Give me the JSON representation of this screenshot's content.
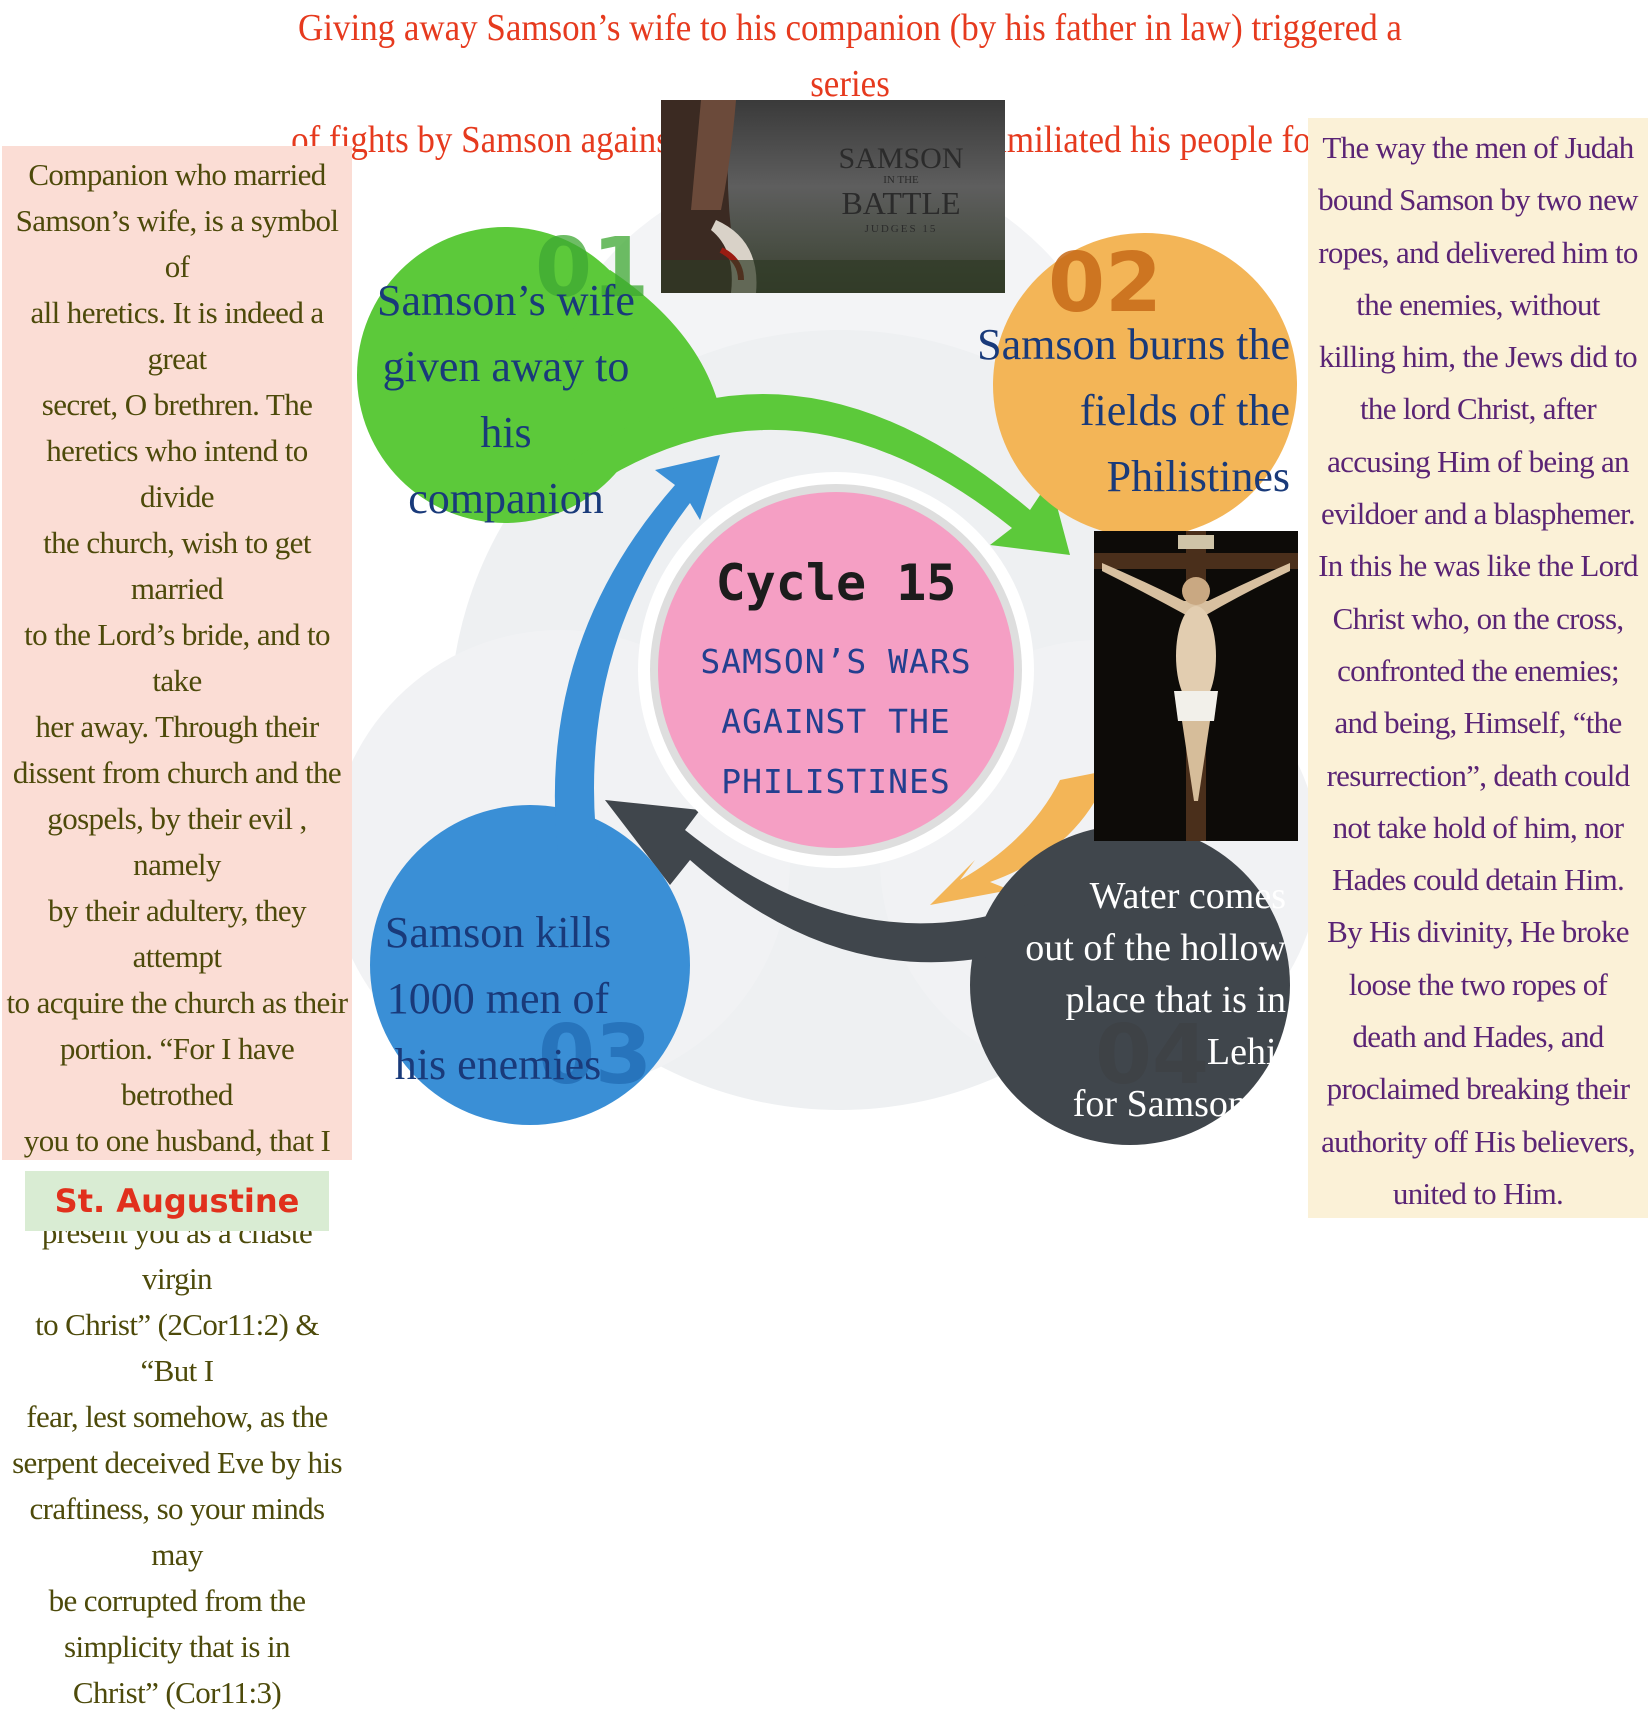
{
  "header": {
    "line1": "Giving away Samson’s wife to his companion (by his father in law) triggered a series",
    "line2": "of fights by Samson against the Philistines, who humiliated his people for many years."
  },
  "left_panel": {
    "lines": [
      "Companion who married",
      "Samson’s wife, is a symbol of",
      "all heretics. It is indeed a great",
      "secret, O brethren. The",
      "heretics who intend to divide",
      "the church, wish to get married",
      "to the Lord’s bride, and to take",
      "her away. Through their",
      "dissent from church and the",
      "gospels, by their evil , namely",
      "by their adultery, they attempt",
      "to acquire the church as their",
      "portion. “For I have betrothed",
      "you to one husband, that I may",
      "present you as a chaste virgin",
      "to Christ” (2Cor11:2) & “But I",
      "fear, lest somehow, as the",
      "serpent deceived Eve by his",
      "craftiness, so your minds may",
      "be corrupted from the",
      "simplicity that is in",
      "Christ” (Cor11:3)"
    ],
    "attribution": "St. Augustine"
  },
  "right_panel": {
    "lines": [
      "The way the men of Judah",
      "bound Samson by two new",
      "ropes, and delivered him to",
      "the enemies, without",
      "killing him, the Jews did to",
      "the lord Christ, after",
      "accusing Him of being an",
      "evildoer and a blasphemer.",
      "In this he was like the Lord",
      "Christ who, on the cross,",
      "confronted the enemies;",
      "and being, Himself, “the",
      "resurrection”, death could",
      "not take hold of him, nor",
      "Hades could detain Him.",
      "By His divinity, He broke",
      "loose the two ropes of",
      "death and Hades, and",
      "proclaimed breaking their",
      "authority off His believers,",
      "united to Him."
    ]
  },
  "battle_image": {
    "title_top": "SAMSON",
    "title_mid": "IN THE",
    "title_main": "BATTLE",
    "title_ref": "JUDGES 15"
  },
  "center": {
    "title": "Cycle 15",
    "subtitle_lines": [
      "SAMSON’S WARS",
      "AGAINST THE",
      "PHILISTINES"
    ]
  },
  "steps": [
    {
      "number": "01",
      "lines": [
        "Samson’s wife",
        "given away to his",
        "companion"
      ],
      "color": "#5cc93a"
    },
    {
      "number": "02",
      "lines": [
        "Samson burns the",
        "fields of the",
        "Philistines"
      ],
      "color": "#f3b557"
    },
    {
      "number": "03",
      "lines": [
        "Samson kills",
        "1000 men of",
        "his enemies"
      ],
      "color": "#3a8fd6"
    },
    {
      "number": "04",
      "lines": [
        "Water comes",
        "out of the hollow",
        "place that is in Lehi,",
        "for Samson to drink"
      ],
      "color": "#40464c"
    }
  ],
  "colors": {
    "header_text": "#e63a1e",
    "left_panel_bg": "#fbddd5",
    "left_panel_text": "#4d4a0a",
    "right_panel_bg": "#fbf1d7",
    "right_panel_text": "#5a2475",
    "center_disc": "#f59fc4",
    "step_text": "#193a7a"
  }
}
